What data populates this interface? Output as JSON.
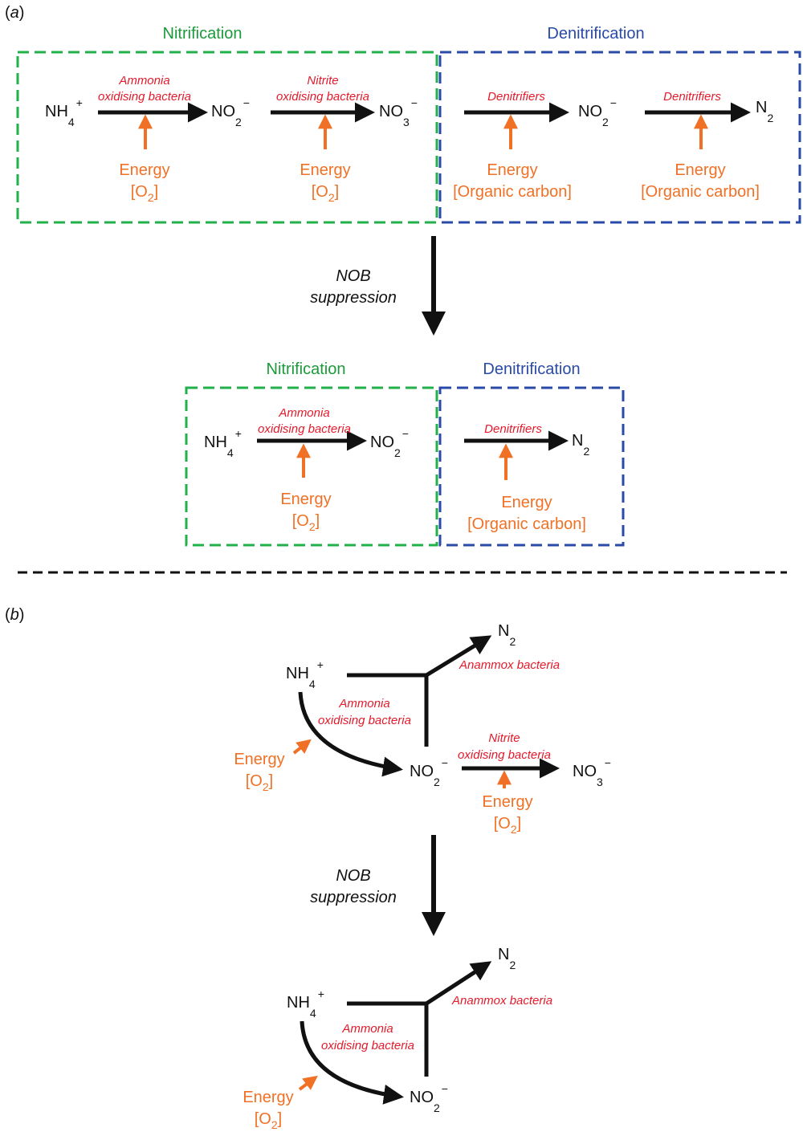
{
  "panel_a": {
    "label": "(a)",
    "top": {
      "nitrification_title": "Nitrification",
      "denitrification_title": "Denitrification",
      "nh4": {
        "base": "NH",
        "sub": "4",
        "sup": "+"
      },
      "no2": {
        "base": "NO",
        "sub": "2",
        "sup": "−"
      },
      "no3": {
        "base": "NO",
        "sub": "3",
        "sup": "−"
      },
      "no2_b": {
        "base": "NO",
        "sub": "2",
        "sup": "−"
      },
      "n2": {
        "base": "N",
        "sub": "2"
      },
      "aob_line1": "Ammonia",
      "aob_line2": "oxidising bacteria",
      "nob_line1": "Nitrite",
      "nob_line2": "oxidising bacteria",
      "denit1": "Denitrifiers",
      "denit2": "Denitrifiers",
      "energy": "Energy",
      "o2": {
        "open": "[O",
        "sub": "2",
        "close": "]"
      },
      "organic_carbon": "[Organic carbon]"
    },
    "suppression_line1": "NOB",
    "suppression_line2": "suppression",
    "bottom": {
      "nitrification_title": "Nitrification",
      "denitrification_title": "Denitrification",
      "nh4": {
        "base": "NH",
        "sub": "4",
        "sup": "+"
      },
      "no2": {
        "base": "NO",
        "sub": "2",
        "sup": "−"
      },
      "n2": {
        "base": "N",
        "sub": "2"
      },
      "aob_line1": "Ammonia",
      "aob_line2": "oxidising bacteria",
      "denit": "Denitrifiers",
      "energy": "Energy",
      "o2": {
        "open": "[O",
        "sub": "2",
        "close": "]"
      },
      "organic_carbon": "[Organic carbon]"
    }
  },
  "panel_b": {
    "label": "(b)",
    "top": {
      "nh4": {
        "base": "NH",
        "sub": "4",
        "sup": "+"
      },
      "n2": {
        "base": "N",
        "sub": "2"
      },
      "no2": {
        "base": "NO",
        "sub": "2",
        "sup": "−"
      },
      "no3": {
        "base": "NO",
        "sub": "3",
        "sup": "−"
      },
      "anammox": "Anammox bacteria",
      "aob_line1": "Ammonia",
      "aob_line2": "oxidising bacteria",
      "nob_line1": "Nitrite",
      "nob_line2": "oxidising bacteria",
      "energy": "Energy",
      "o2": {
        "open": "[O",
        "sub": "2",
        "close": "]"
      }
    },
    "suppression_line1": "NOB",
    "suppression_line2": "suppression",
    "bottom": {
      "nh4": {
        "base": "NH",
        "sub": "4",
        "sup": "+"
      },
      "n2": {
        "base": "N",
        "sub": "2"
      },
      "no2": {
        "base": "NO",
        "sub": "2",
        "sup": "−"
      },
      "anammox": "Anammox bacteria",
      "aob_line1": "Ammonia",
      "aob_line2": "oxidising bacteria",
      "energy": "Energy",
      "o2": {
        "open": "[O",
        "sub": "2",
        "close": "]"
      }
    }
  },
  "colors": {
    "nitrification": "#1b9a3a",
    "denitrification": "#2a4aa8",
    "bacteria": "#e41a2a",
    "energy": "#f07126",
    "ink": "#111111"
  }
}
